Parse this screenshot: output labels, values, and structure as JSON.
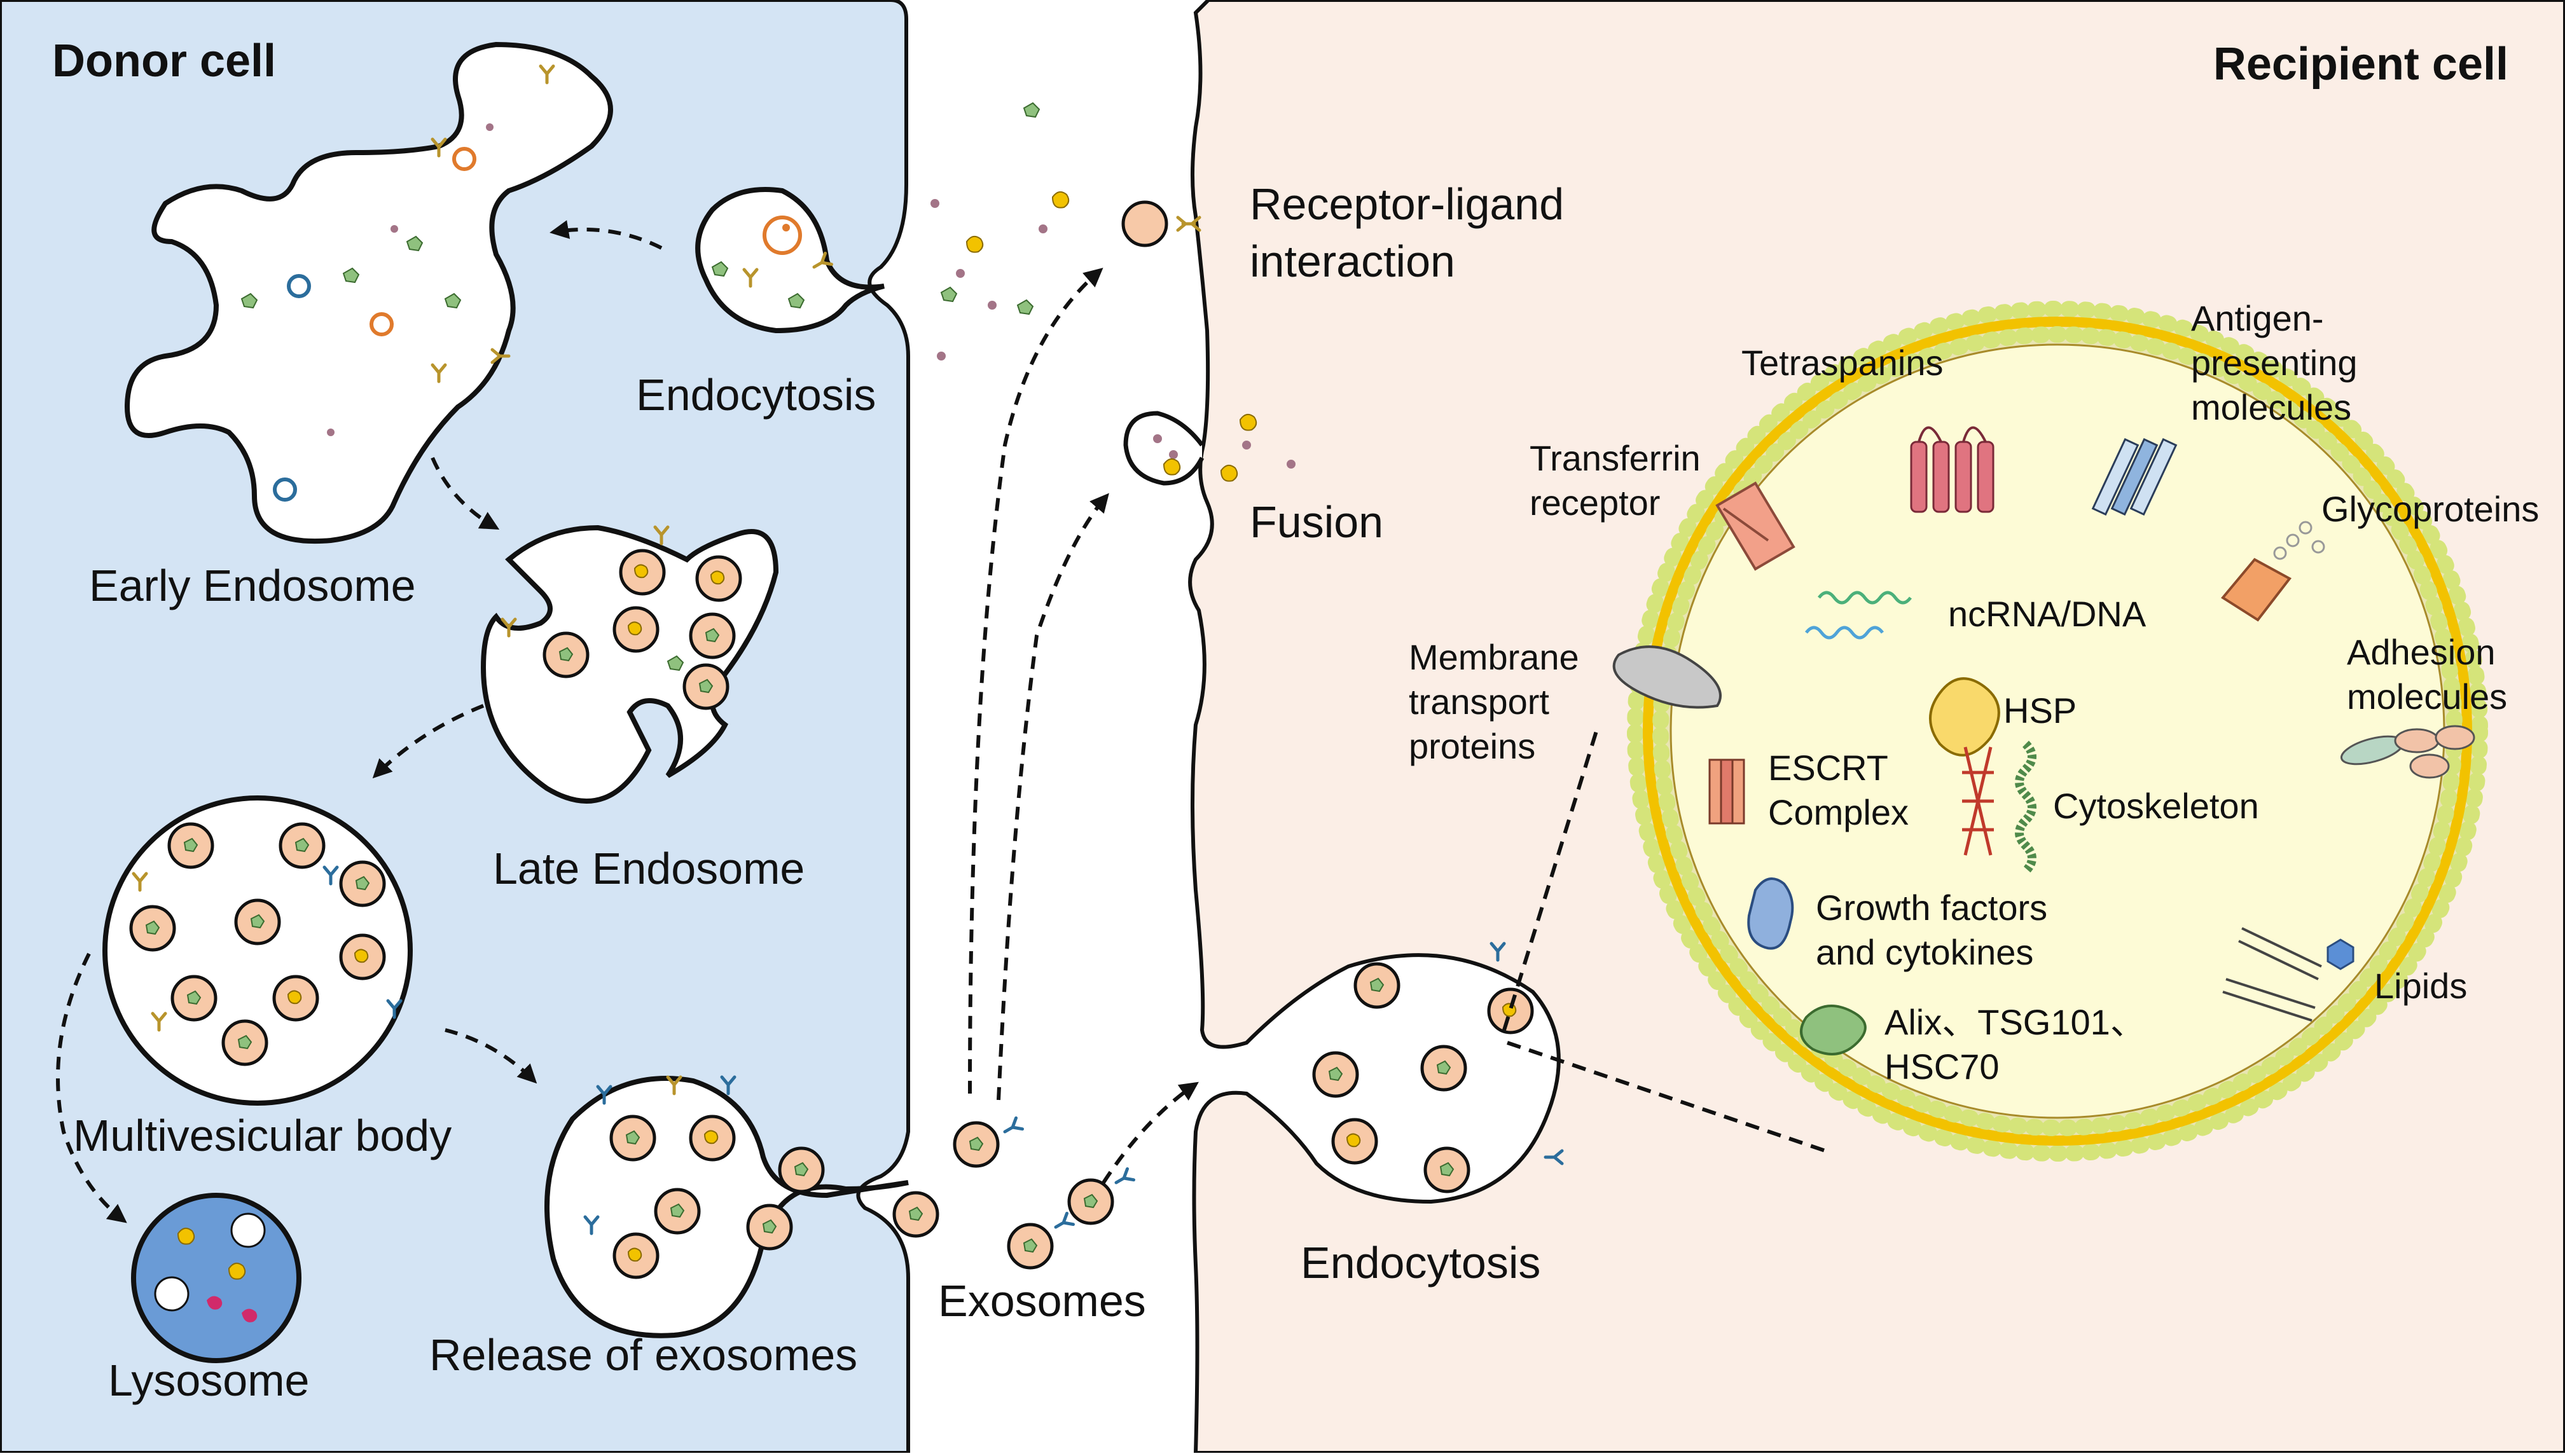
{
  "titles": {
    "donor": "Donor cell",
    "recipient": "Recipient cell"
  },
  "donor_labels": {
    "endocytosis": "Endocytosis",
    "early_endosome": "Early Endosome",
    "late_endosome": "Late Endosome",
    "multivesicular_body": "Multivesicular body",
    "lysosome": "Lysosome",
    "release": "Release of exosomes"
  },
  "middle_labels": {
    "exosomes": "Exosomes",
    "receptor_ligand_1": "Receptor-ligand",
    "receptor_ligand_2": "interaction",
    "fusion": "Fusion",
    "endocytosis": "Endocytosis"
  },
  "exosome_labels": {
    "tetraspanins": "Tetraspanins",
    "antigen_1": "Antigen-",
    "antigen_2": "presenting",
    "antigen_3": "molecules",
    "transferrin_1": "Transferrin",
    "transferrin_2": "receptor",
    "glycoproteins": "Glycoproteins",
    "ncrna": "ncRNA/DNA",
    "membrane_1": "Membrane",
    "membrane_2": "transport",
    "membrane_3": "proteins",
    "adhesion_1": "Adhesion",
    "adhesion_2": "molecules",
    "hsp": "HSP",
    "escrt_1": "ESCRT",
    "escrt_2": "Complex",
    "cytoskeleton": "Cytoskeleton",
    "growth_1": "Growth factors",
    "growth_2": "and cytokines",
    "lipids": "Lipids",
    "alix_1": "Alix、TSG101、",
    "alix_2": "HSC70"
  },
  "colors": {
    "donor_bg": "#d4e4f4",
    "recipient_bg": "#fbeee6",
    "vesicle_fill": "#f7c9a8",
    "exosome_interior": "#fdfbd6",
    "bilayer_head": "#d5e47a",
    "bilayer_tail": "#f2c200",
    "lysosome_fill": "#6a9bd6",
    "outline": "#111111"
  }
}
